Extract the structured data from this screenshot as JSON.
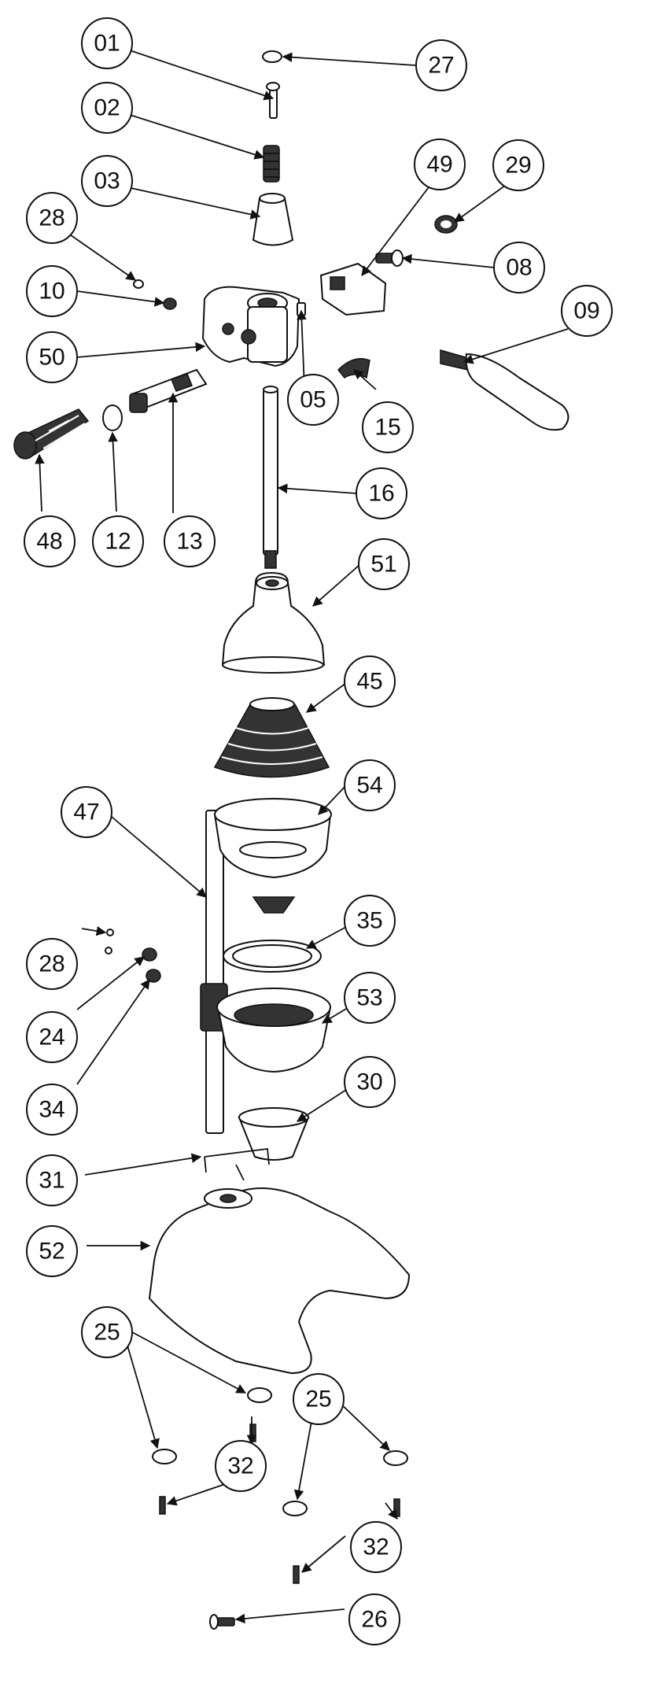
{
  "diagram": {
    "type": "exploded-parts-view",
    "colors": {
      "ink": "#111111",
      "background": "#ffffff",
      "shade": "#333333"
    },
    "callouts": [
      "01",
      "02",
      "03",
      "27",
      "49",
      "29",
      "08",
      "09",
      "28",
      "10",
      "50",
      "05",
      "15",
      "16",
      "48",
      "12",
      "13",
      "51",
      "45",
      "54",
      "47",
      "35",
      "53",
      "28",
      "24",
      "34",
      "30",
      "31",
      "52",
      "25",
      "32",
      "25",
      "32",
      "26"
    ]
  }
}
